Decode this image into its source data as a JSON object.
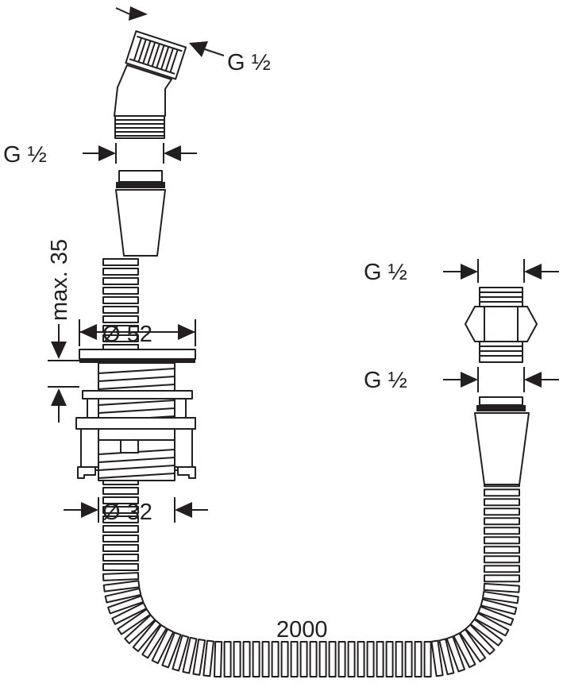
{
  "labels": {
    "nozzle_thread": "G ½",
    "hose_top_thread": "G ½",
    "max_depth": "max. 35",
    "flange_diameter": "Ø 52",
    "body_diameter": "Ø 32",
    "hose_length": "2000",
    "nipple_top_thread": "G ½",
    "nipple_bottom_thread": "G ½"
  },
  "colors": {
    "line": "#231f20",
    "background": "#ffffff"
  }
}
